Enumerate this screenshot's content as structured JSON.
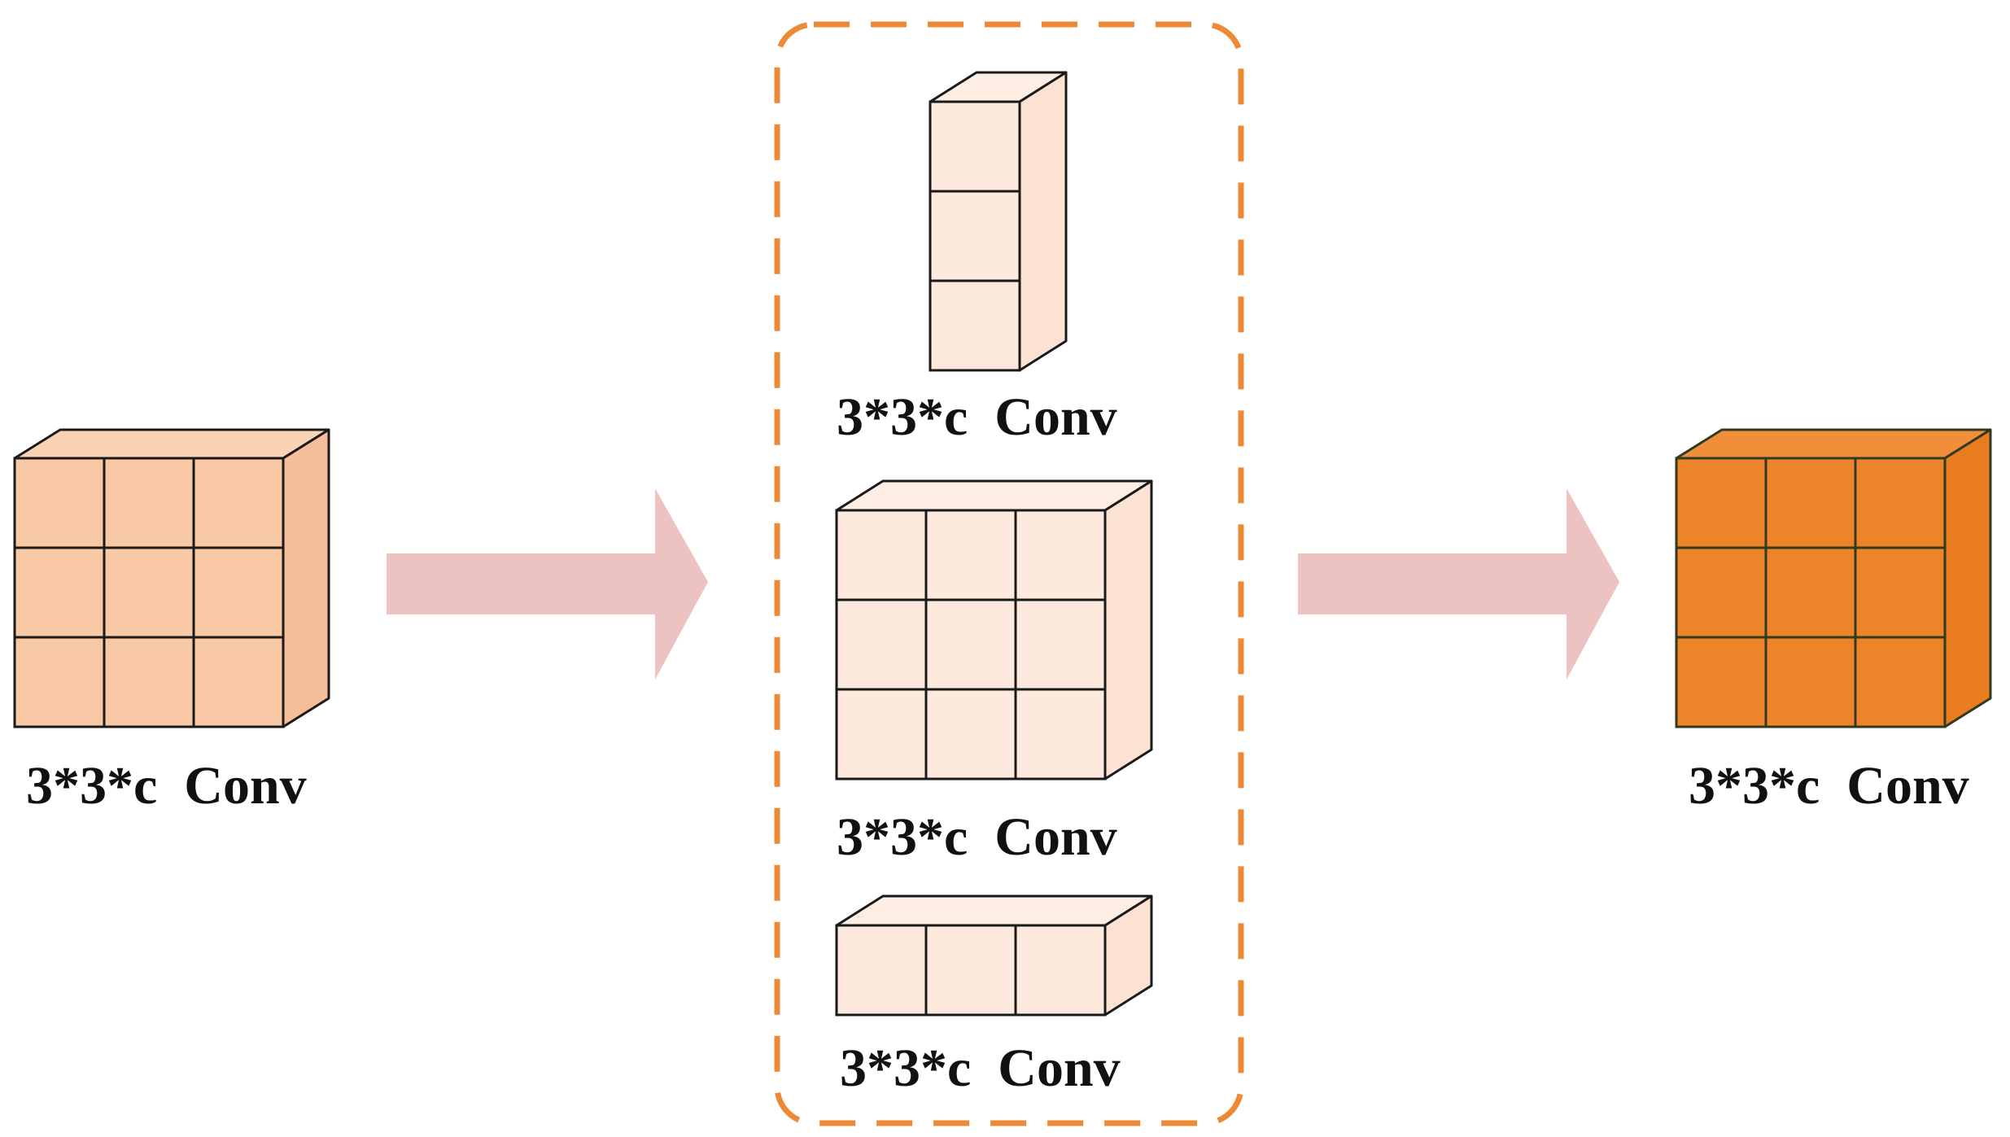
{
  "colors": {
    "input_front": "#F9C9A6",
    "input_side": "#F6BE98",
    "input_top": "#FAD2B4",
    "branch_fill": "#FDE9DD",
    "branch_side": "#FBE2D2",
    "branch_top": "#FDEDE3",
    "output_front": "#EE842A",
    "output_side": "#EA7C20",
    "output_top": "#F08E3A",
    "arrow": "#EDC3C1",
    "dashed_border": "#EE8A36",
    "edge_dark": "#1A1A1A",
    "edge_output": "#2F3A1F"
  },
  "blocks": {
    "input": {
      "label": "3*3*c  Conv",
      "grid": [
        3,
        3
      ]
    },
    "branch_vertical": {
      "label": "3*3*c  Conv",
      "grid": [
        1,
        3
      ]
    },
    "branch_square": {
      "label": "3*3*c  Conv",
      "grid": [
        3,
        3
      ]
    },
    "branch_horizontal": {
      "label": "3*3*c  Conv",
      "grid": [
        3,
        1
      ]
    },
    "output": {
      "label": "3*3*c  Conv",
      "grid": [
        3,
        3
      ]
    }
  }
}
